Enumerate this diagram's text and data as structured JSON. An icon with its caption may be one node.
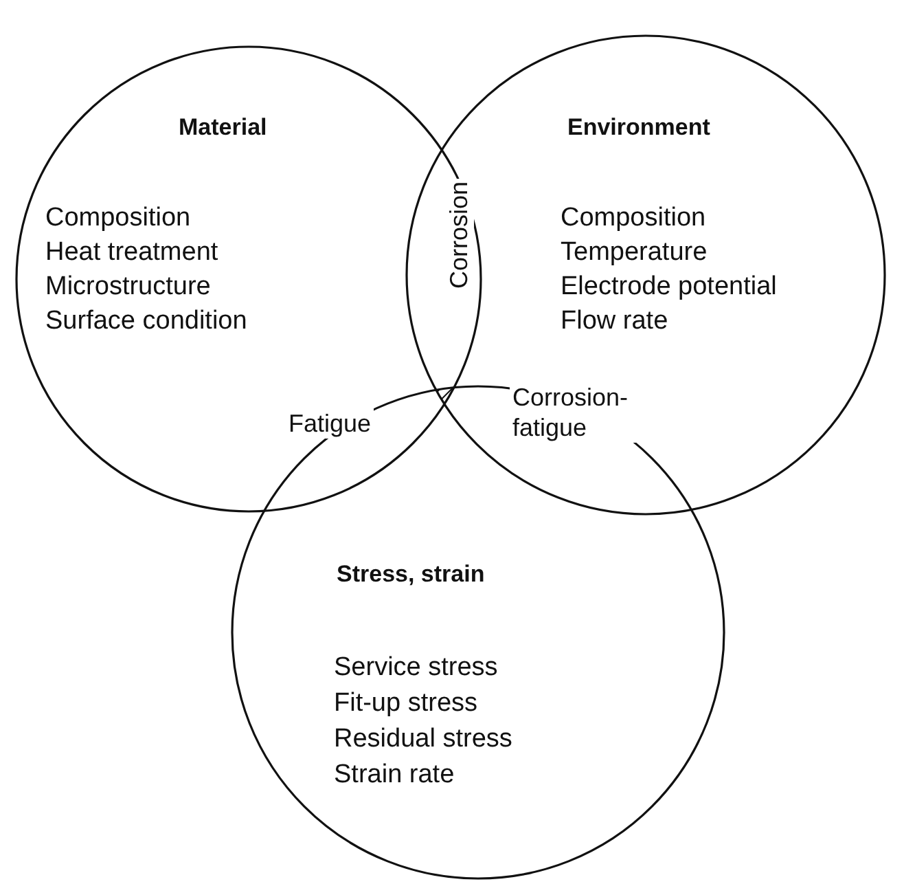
{
  "diagram": {
    "nodes": [
      {
        "text": [
          "Material",
          "Composition",
          "Heat treatment",
          "Microstructure",
          "Surface condition"
        ]
      },
      {
        "text": [
          "Environment",
          "Composition",
          "Temperature",
          "Electrode potential",
          "Flow rate"
        ]
      },
      {
        "text": [
          "Stress, strain",
          "Service stress",
          "Fit-up stress",
          "Residual stress",
          "Strain rate"
        ]
      }
    ],
    "edges": [],
    "labels": [
      "Corrosion",
      "Fatigue",
      "Corrosion-fatigue"
    ]
  }
}
